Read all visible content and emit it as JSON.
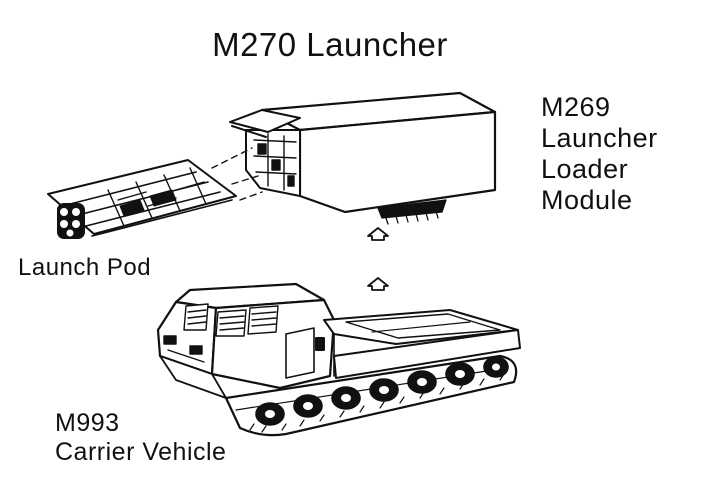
{
  "title": "M270 Launcher",
  "components": {
    "loader_module": {
      "lines": [
        "M269",
        "Launcher",
        "Loader",
        "Module"
      ]
    },
    "launch_pod": {
      "label": "Launch Pod"
    },
    "carrier_vehicle": {
      "lines": [
        "M993",
        "Carrier Vehicle"
      ]
    }
  },
  "colors": {
    "ink": "#111111",
    "background": "#ffffff"
  }
}
